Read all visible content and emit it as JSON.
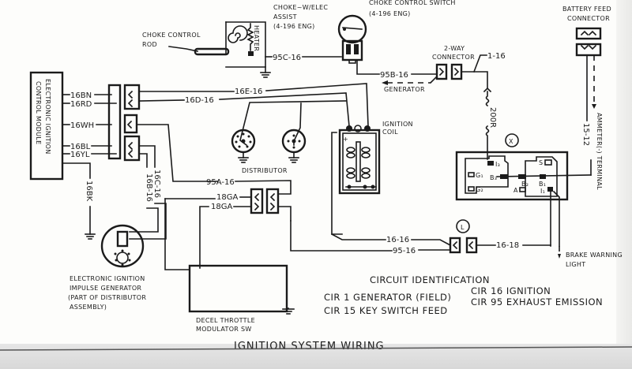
{
  "title": "IGNITION SYSTEM WIRING",
  "components": {
    "choke_control_rod": "CHOKE CONTROL ROD",
    "choke_control_rod_l1": "CHOKE CONTROL",
    "choke_control_rod_l2": "ROD",
    "choke_elec_assist_l1": "CHOKE~W/ELEC",
    "choke_elec_assist_l2": "ASSIST",
    "choke_elec_assist_l3": "(4-196 ENG)",
    "heater": "HEATER",
    "choke_control_switch_l1": "CHOKE CONTROL SWITCH",
    "choke_control_switch_l2": "(4-196 ENG)",
    "battery_feed_l1": "BATTERY FEED",
    "battery_feed_l2": "CONNECTOR",
    "two_way_l1": "2-WAY",
    "two_way_l2": "CONNECTOR",
    "generator": "GENERATOR",
    "ecm_l1": "ELECTRONIC IGNITION",
    "ecm_l2": "CONTROL MODULE",
    "ignition_coil_l1": "IGNITION",
    "ignition_coil_l2": "COIL",
    "distributor": "DISTRIBUTOR",
    "ammeter": "AMMETER(-) TERMINAL",
    "fuse_block_marker": "X",
    "connector_marker_l": "L",
    "brake_warning_l1": "BRAKE WARNING",
    "brake_warning_l2": "LIGHT",
    "impulse_gen_l1": "ELECTRONIC IGNITION",
    "impulse_gen_l2": "IMPULSE GENERATOR",
    "impulse_gen_l3": "(PART OF DISTRIBUTOR",
    "impulse_gen_l4": "ASSEMBLY)",
    "decel_l1": "DECEL THROTTLE",
    "decel_l2": "MODULATOR SW"
  },
  "fuse_terminals": [
    "I3",
    "G1",
    "G2",
    "B3",
    "B2",
    "B1",
    "S",
    "A",
    "I1"
  ],
  "wires": {
    "w95c": "95C-16",
    "w95b": "95B-16",
    "w1": "1-16",
    "w200r": "200R",
    "w15": "15-12",
    "w16bn": "16BN",
    "w16rd": "16RD",
    "w16wh": "16WH",
    "w16bl": "16BL",
    "w16yl": "16YL",
    "w16bk": "16BK",
    "w16e": "16E-16",
    "w16d": "16D-16",
    "w16c": "16C-16",
    "w16b": "16B-16",
    "w95a": "95A-16",
    "w18ga_1": "18GA",
    "w18ga_2": "18GA",
    "w16_16": "16-16",
    "w95_16": "95-16",
    "w16_18": "16-18"
  },
  "circuit_identification": {
    "heading": "CIRCUIT IDENTIFICATION",
    "items": [
      "CIR 1 GENERATOR (FIELD)",
      "CIR 15 KEY SWITCH FEED",
      "CIR 16 IGNITION",
      "CIR 95 EXHAUST EMISSION"
    ]
  }
}
